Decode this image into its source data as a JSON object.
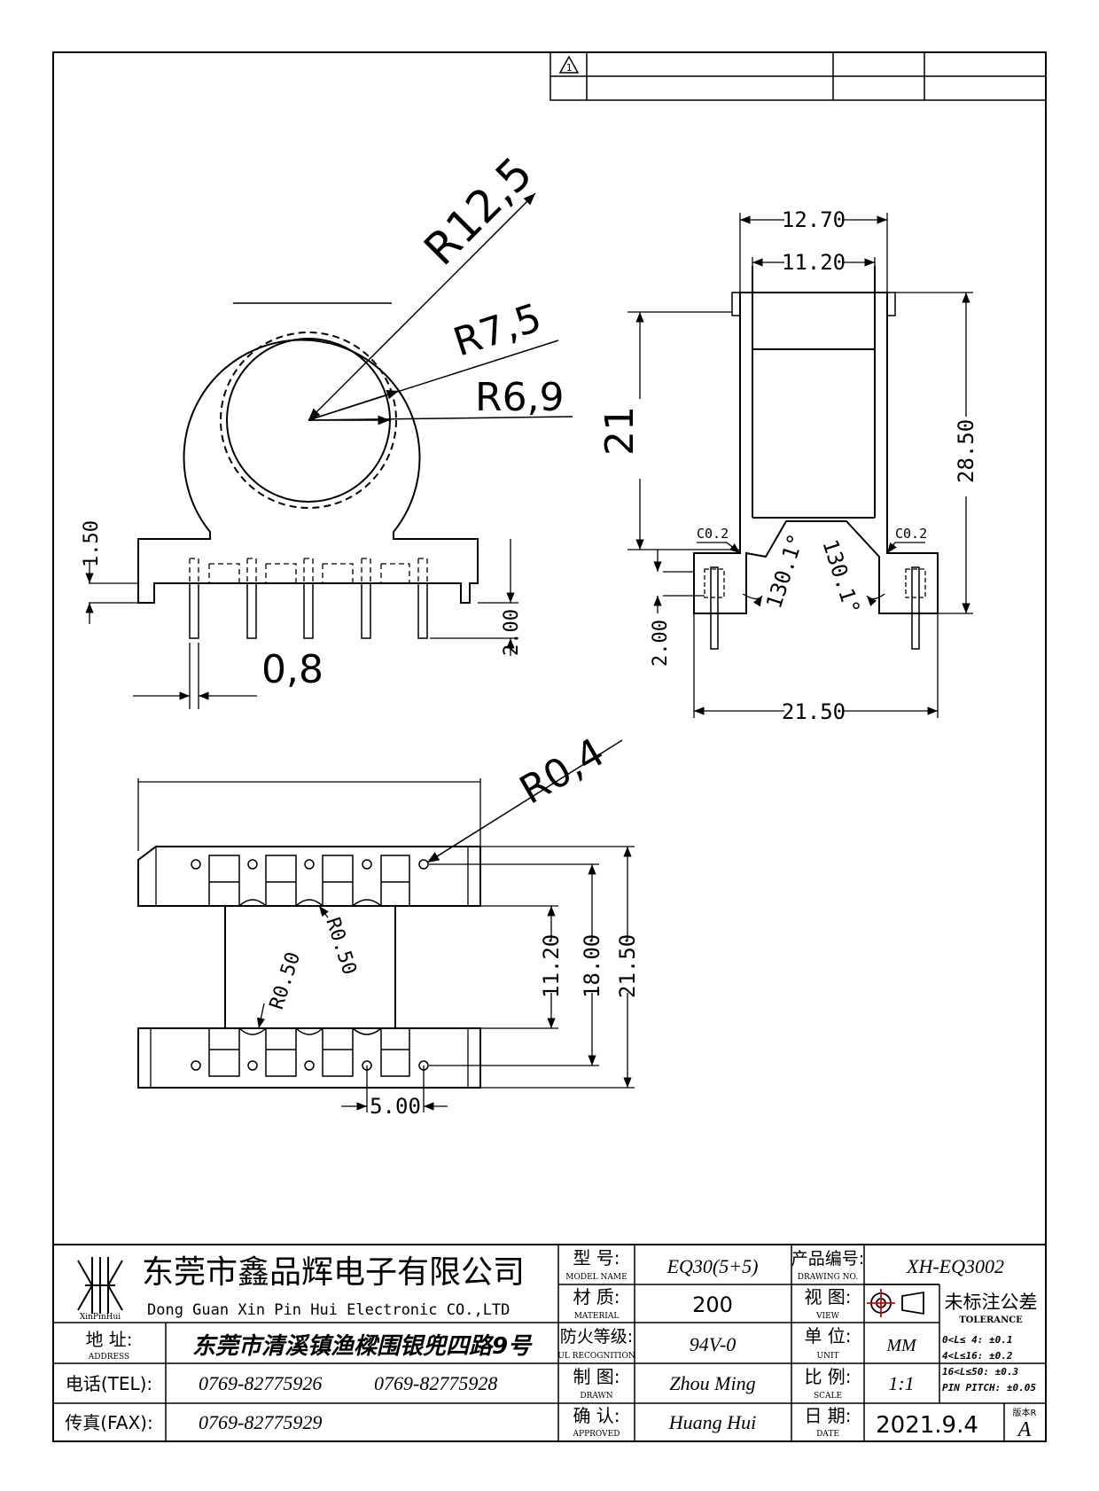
{
  "revision_table": {
    "symbol": "1"
  },
  "front_view": {
    "r_outer": "R12,5",
    "r_mid": "R7,5",
    "r_inner": "R6,9",
    "pin_height": "1.50",
    "pin_length": "2.00",
    "pin_width": "0,8"
  },
  "side_view": {
    "top_outer": "12.70",
    "top_inner": "11.20",
    "height": "21",
    "total_height": "28.50",
    "chamfer_left": "C0.2",
    "chamfer_right": "C0.2",
    "angle_left": "130.1°",
    "angle_right": "130.1°",
    "pin_length": "2.00",
    "width": "21.50"
  },
  "bottom_view": {
    "pin_radius": "R0,4",
    "slot_radius_a": "R0.50",
    "slot_radius_b": "R0.50",
    "dim_inner": "11.20",
    "dim_pins": "18.00",
    "dim_outer": "21.50",
    "pitch": "5.00"
  },
  "title_block": {
    "logo_text": "XinPinHui",
    "company_cn": "东莞市鑫品辉电子有限公司",
    "company_en": "Dong Guan Xin Pin Hui Electronic CO.,LTD",
    "address_label": "地  址:",
    "address_label_en": "ADDRESS",
    "address": "东莞市清溪镇渔樑围银兜四路9号",
    "tel_label": "电话(TEL):",
    "tel1": "0769-82775926",
    "tel2": "0769-82775928",
    "fax_label": "传真(FAX):",
    "fax": "0769-82775929",
    "model_label": "型  号:",
    "model_label_en": "MODEL NAME",
    "model": "EQ30(5+5)",
    "material_label": "材  质:",
    "material_label_en": "MATERIAL",
    "material": "200",
    "ul_label": "防火等级:",
    "ul_label_en": "UL RECOGNITION",
    "ul": "94V-0",
    "drawn_label": "制  图:",
    "drawn_label_en": "DRAWN",
    "drawn": "Zhou Ming",
    "approved_label": "确  认:",
    "approved_label_en": "APPROVED",
    "approved": "Huang Hui",
    "drawing_no_label": "产品编号:",
    "drawing_no_label_en": "DRAWING NO.",
    "drawing_no": "XH-EQ3002",
    "view_label": "视  图:",
    "view_label_en": "VIEW",
    "unit_label": "单  位:",
    "unit_label_en": "UNIT",
    "unit": "MM",
    "scale_label": "比  例:",
    "scale_label_en": "SCALE",
    "scale": "1:1",
    "date_label": "日  期:",
    "date_label_en": "DATE",
    "date": "2021.9.4",
    "tolerance_label": "未标注公差",
    "tolerance_label_en": "TOLERANCE",
    "tol_rows": [
      "0<L≤ 4:  ±0.1",
      "4<L≤16:  ±0.2",
      "16<L≤50: ±0.3",
      "PIN PITCH: ±0.05"
    ],
    "version_label": "版本R",
    "version": "A"
  }
}
